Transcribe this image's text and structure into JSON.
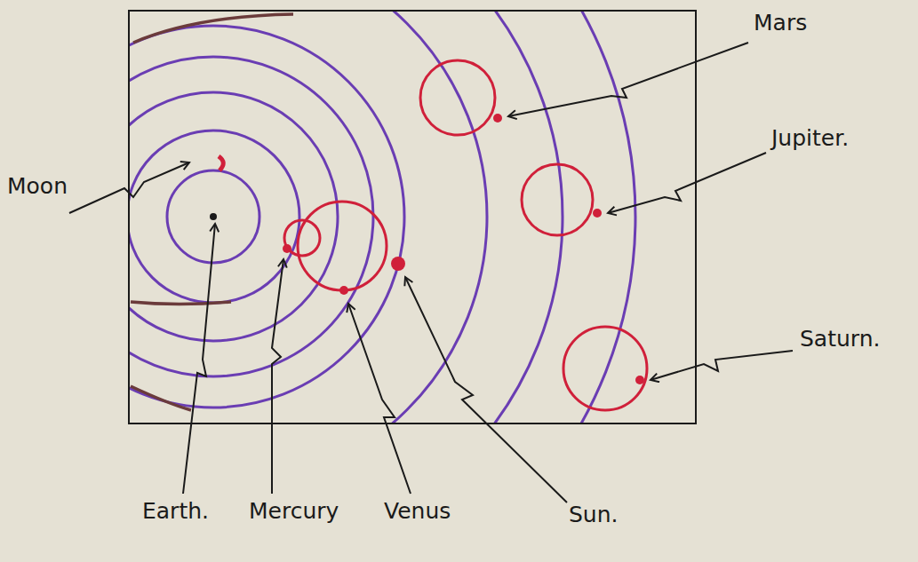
{
  "diagram": {
    "labels": [
      "Mars",
      "Jupiter.",
      "Moon",
      "Saturn.",
      "Earth.",
      "Mercury",
      "Venus",
      "Sun."
    ]
  }
}
